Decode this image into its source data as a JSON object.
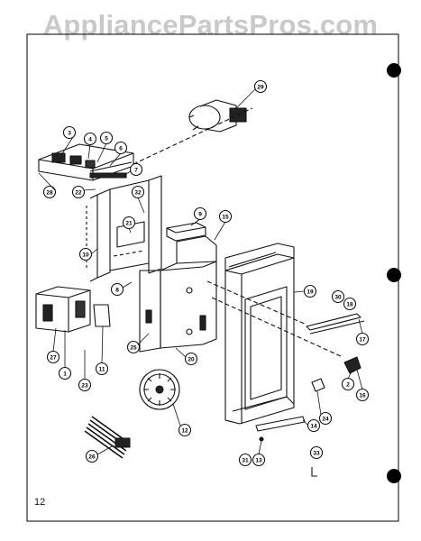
{
  "watermark": "AppliancePartsPros.com",
  "page_number": "12",
  "callouts": [
    "1",
    "2",
    "3",
    "4",
    "5",
    "6",
    "7",
    "8",
    "9",
    "10",
    "11",
    "12",
    "13",
    "14",
    "15",
    "16",
    "17",
    "18",
    "19",
    "20",
    "21",
    "22",
    "23",
    "24",
    "25",
    "26",
    "27",
    "28",
    "29",
    "30",
    "31",
    "32",
    "33"
  ]
}
